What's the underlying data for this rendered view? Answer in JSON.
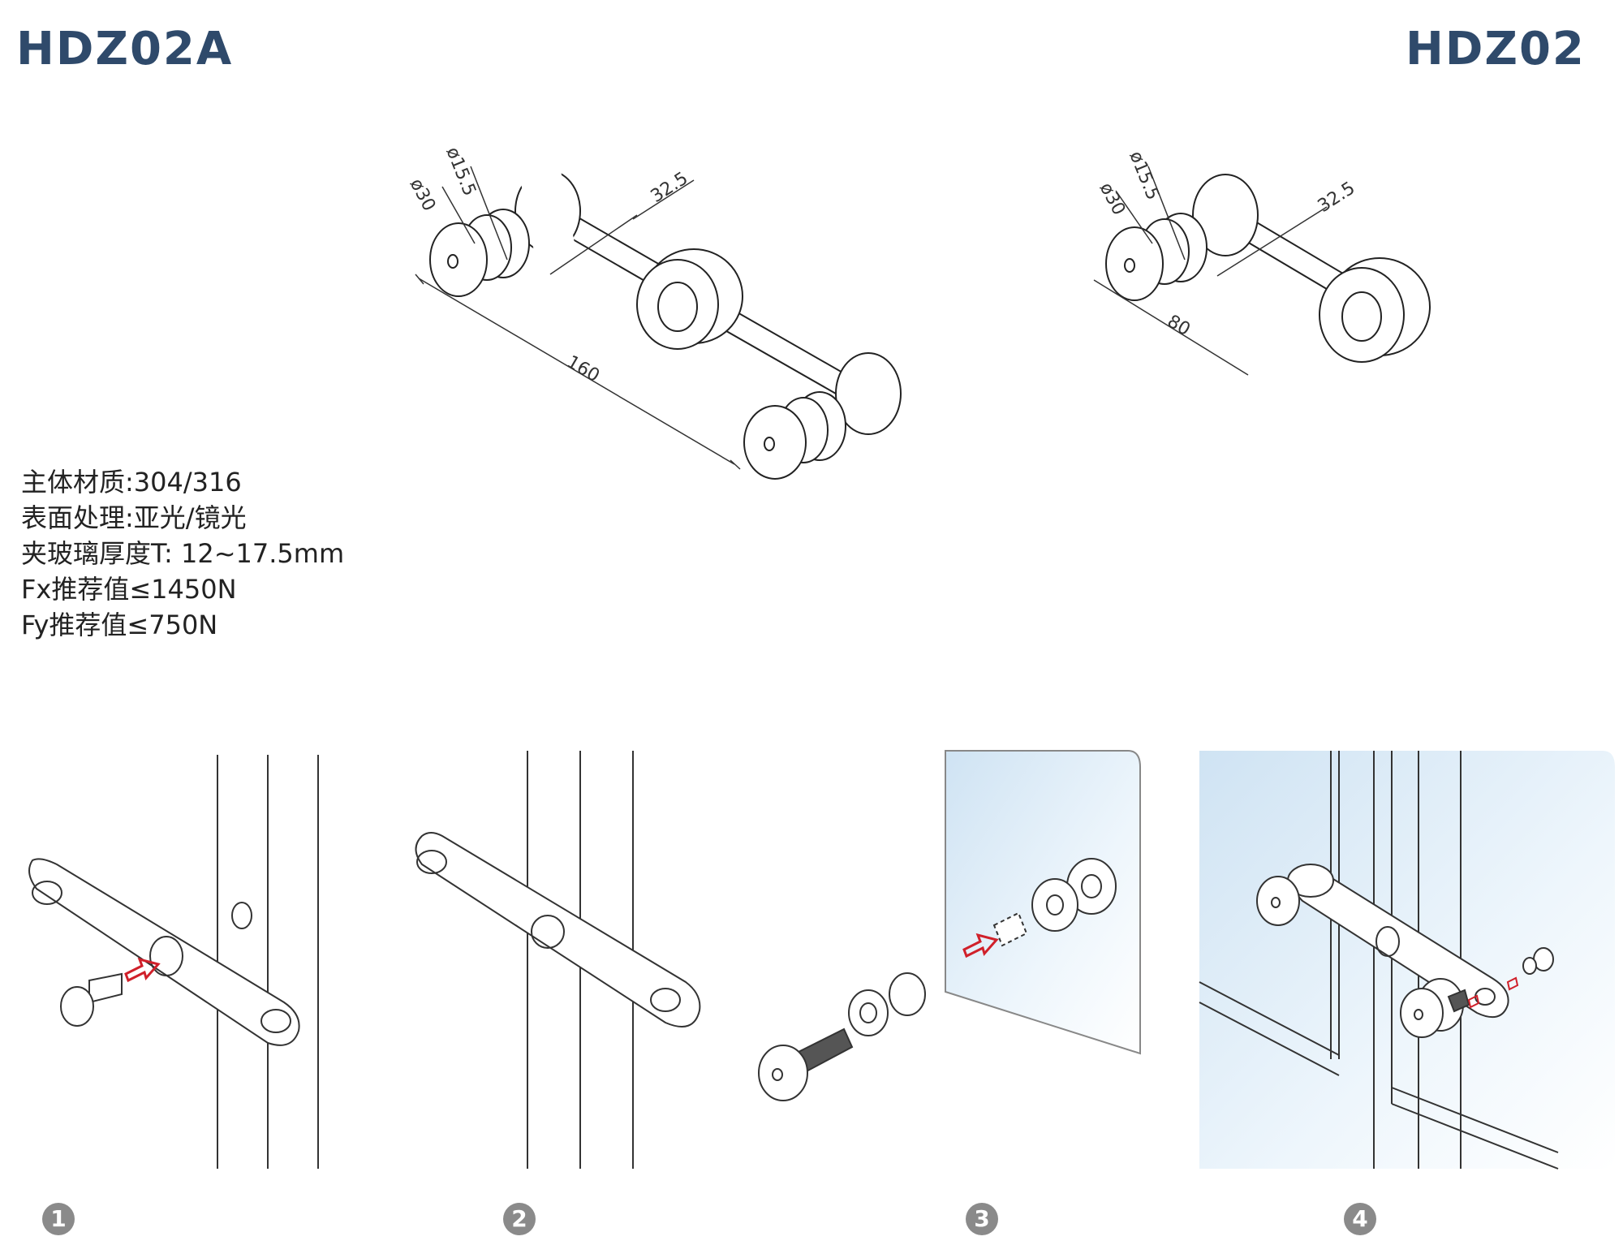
{
  "header": {
    "model_left": "HDZ02A",
    "model_right": "HDZ02"
  },
  "specs": [
    "主体材质:304/316",
    "表面处理:亚光/镜光",
    "夹玻璃厚度T: 12~17.5mm",
    "Fx推荐值≤1450N",
    "Fy推荐值≤750N"
  ],
  "dimensions_a": {
    "d30": "ø30",
    "d15": "ø15.5",
    "len_325": "32.5",
    "len_160": "160"
  },
  "dimensions_b": {
    "d30": "ø30",
    "d15": "ø15.5",
    "len_325": "32.5",
    "len_80": "80"
  },
  "steps": [
    "1",
    "2",
    "3",
    "4"
  ],
  "colors": {
    "title": "#2f4a6b",
    "arrow": "#d0202a",
    "glass": "#dcebf7",
    "step_badge": "#8a8a8a"
  }
}
